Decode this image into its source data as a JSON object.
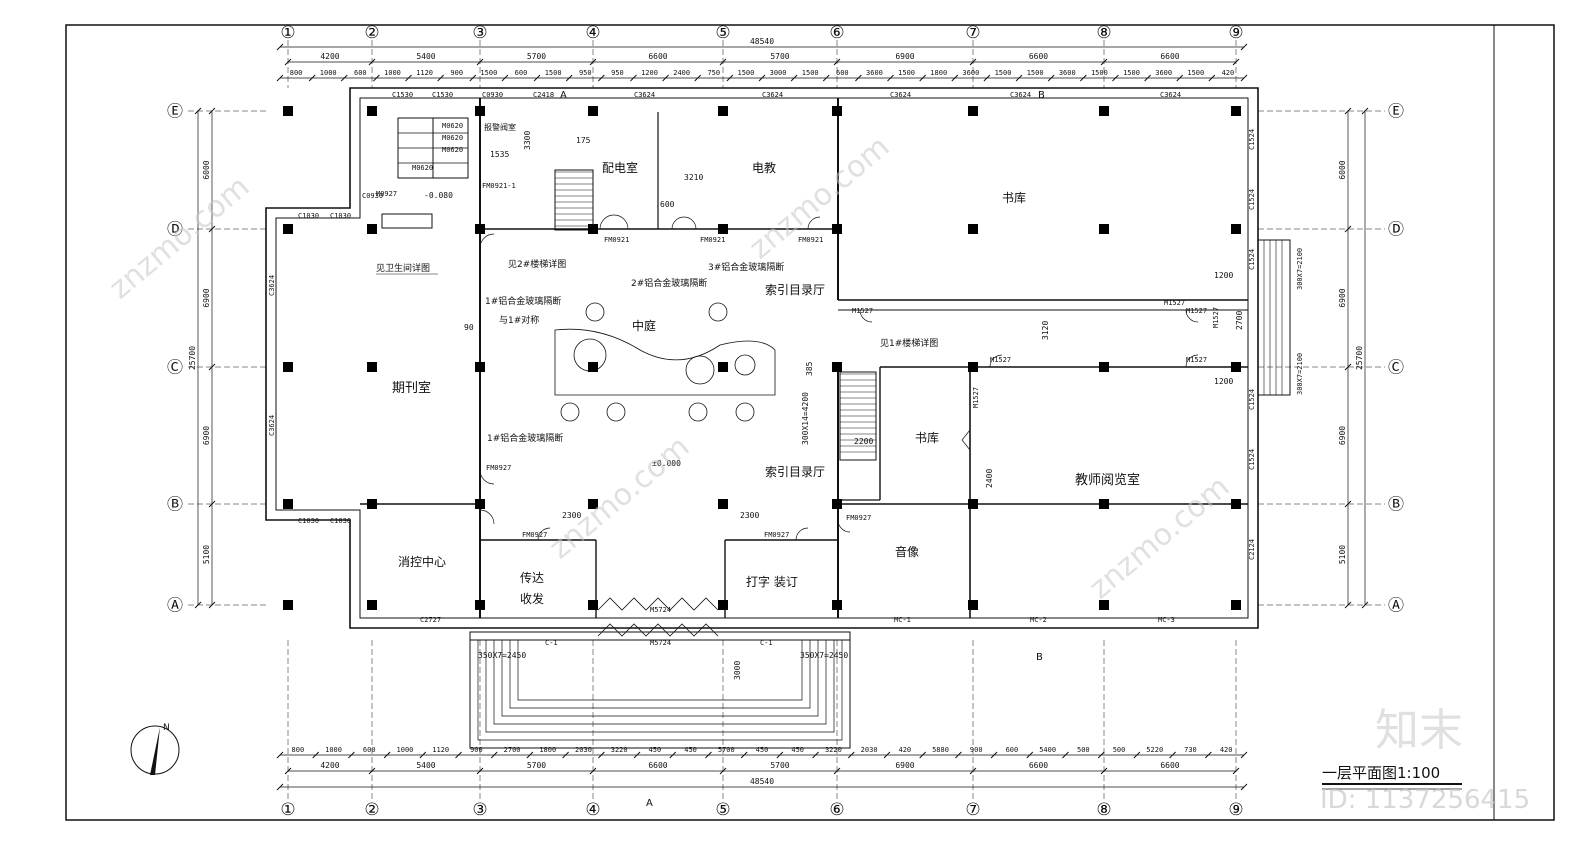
{
  "drawing": {
    "title": "一层平面图1:100",
    "watermark_id": "ID: 1137256415",
    "logo_text": "知末",
    "watermark_text": "znzmo.com",
    "north_label": "N",
    "elevation_zero": "±0.000",
    "elevation_wc": "-0.080"
  },
  "axes": {
    "columns": [
      "①",
      "②",
      "③",
      "④",
      "⑤",
      "⑥",
      "⑦",
      "⑧",
      "⑨"
    ],
    "rows": [
      "Ⓔ",
      "Ⓓ",
      "Ⓒ",
      "Ⓑ",
      "Ⓐ"
    ]
  },
  "dims": {
    "total_top": "48540",
    "total_bottom": "48540",
    "total_side": "25700",
    "top_bays": [
      "4200",
      "5400",
      "5700",
      "6600",
      "5700",
      "6900",
      "6600",
      "6600"
    ],
    "bottom_bays": [
      "4200",
      "5400",
      "5700",
      "6600",
      "5700",
      "6900",
      "6600",
      "6600"
    ],
    "side_bays": [
      "6000",
      "6900",
      "6900",
      "5100"
    ],
    "top_detail": [
      "800",
      "1000",
      "600",
      "1000",
      "1120",
      "900",
      "1500",
      "600",
      "1500",
      "950",
      "950",
      "1200",
      "2400",
      "750",
      "1500",
      "3000",
      "1500",
      "600",
      "3600",
      "1500",
      "1800",
      "3600",
      "1500",
      "1500",
      "3600",
      "1500",
      "1500",
      "3600",
      "1500",
      "420"
    ],
    "bottom_detail": [
      "800",
      "1000",
      "600",
      "1000",
      "1120",
      "900",
      "2700",
      "1800",
      "2030",
      "3220",
      "450",
      "450",
      "5700",
      "450",
      "450",
      "3220",
      "2030",
      "420",
      "5880",
      "900",
      "600",
      "5400",
      "500",
      "500",
      "5220",
      "730",
      "420"
    ]
  },
  "rooms": {
    "power": "配电室",
    "av_teaching": "电教",
    "stack_top": "书库",
    "periodicals": "期刊室",
    "courtyard": "中庭",
    "catalog_hall_top": "索引目录厅",
    "catalog_hall_bottom": "索引目录厅",
    "stack_mid": "书库",
    "teacher_reading": "教师阅览室",
    "fire_control": "消控中心",
    "reception": "传达\n收发",
    "reception_l1": "传达",
    "reception_l2": "收发",
    "typing": "打字  装订",
    "audio_video": "音像"
  },
  "notes": {
    "wc_detail": "见卫生间详图",
    "stair2": "见2#楼梯详图",
    "stair1": "见1#楼梯详图",
    "partition1a": "1#铝合金玻璃隔断",
    "partition1a_sub": "与1#对称",
    "partition1b": "1#铝合金玻璃隔断",
    "partition2": "2#铝合金玻璃隔断",
    "partition3": "3#铝合金玻璃隔断",
    "valve_room": "报警阀室"
  },
  "openings": {
    "windows_top": [
      "C1530",
      "C1530",
      "C0930",
      "C2418",
      "C3624",
      "C3624",
      "C3624",
      "C3624",
      "C3624"
    ],
    "windows_left": [
      "C3624",
      "C3624"
    ],
    "windows_right": [
      "C1524",
      "C1524",
      "C1524",
      "C1524",
      "C1524",
      "C2124"
    ],
    "windows_other": [
      "C1030",
      "C1030",
      "C1030",
      "C1030",
      "C0930",
      "C2727",
      "C-1",
      "C-1"
    ],
    "doors": [
      "M0620",
      "M0620",
      "M0620",
      "M0620",
      "M0927",
      "FM0921-1",
      "FM0921",
      "FM0921",
      "FM0921",
      "FM0927",
      "FM0927",
      "FM0927",
      "FM0927",
      "M1527",
      "M1527",
      "M1527",
      "M1527",
      "M1527",
      "M1527",
      "M1527",
      "M5724",
      "M5724",
      "MC-1",
      "MC-2",
      "MC-3"
    ]
  },
  "misc_dims": {
    "stair_dim": "300X14=4200",
    "step_dim": "350X7=2450",
    "step_dim2": "300X7=2100",
    "ramp_dim": "3000",
    "d2300": "2300",
    "d3210": "3210",
    "d3120": "3120",
    "d2700": "2700",
    "d2200": "2200",
    "d2400": "2400",
    "d1200": "1200",
    "d90": "90",
    "d600": "600",
    "d1535": "1535",
    "d3300": "3300",
    "d175": "175",
    "d385": "385"
  },
  "section_marks": [
    "A",
    "B",
    "A",
    "B"
  ],
  "colors": {
    "line": "#111111",
    "watermark": "#c8c8c8",
    "paper": "#ffffff"
  }
}
